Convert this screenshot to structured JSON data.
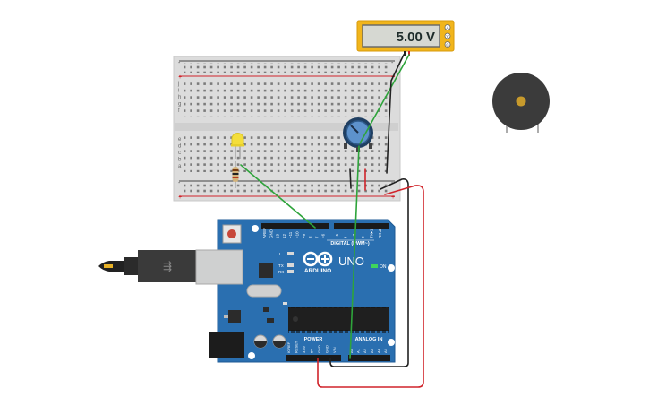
{
  "multimeter": {
    "reading": "5.00 V",
    "terminals": [
      "A",
      "V",
      "C"
    ]
  },
  "arduino": {
    "brand": "ARDUINO",
    "model": "UNO",
    "on_label": "ON",
    "digital_label": "DIGITAL (PWM~)",
    "power_label": "POWER",
    "analog_label": "ANALOG IN",
    "digital_pins": [
      "AREF",
      "GND",
      "13",
      "12",
      "~11",
      "~10",
      "~9",
      "8",
      "7",
      "~6",
      "~5",
      "4",
      "~3",
      "2",
      "TX▸1",
      "RX◂0"
    ],
    "power_pins": [
      "IOREF",
      "RESET",
      "3.3V",
      "5V",
      "GND",
      "GND",
      "VIN"
    ],
    "analog_pins": [
      "A0",
      "A1",
      "A2",
      "A3",
      "A4",
      "A5"
    ],
    "led_labels": [
      "L",
      "TX",
      "RX"
    ]
  },
  "breadboard": {
    "row_letters_top": [
      "j",
      "i",
      "h",
      "g",
      "f"
    ],
    "row_letters_bottom": [
      "e",
      "d",
      "c",
      "b",
      "a"
    ],
    "rail_plus": "+",
    "rail_minus": "-"
  },
  "colors": {
    "board": "#2a6fb0",
    "wire_green": "#2ea43b",
    "wire_red": "#d0242b",
    "wire_black": "#222222",
    "multimeter": "#f1b51c",
    "led": "#f4de3a"
  }
}
